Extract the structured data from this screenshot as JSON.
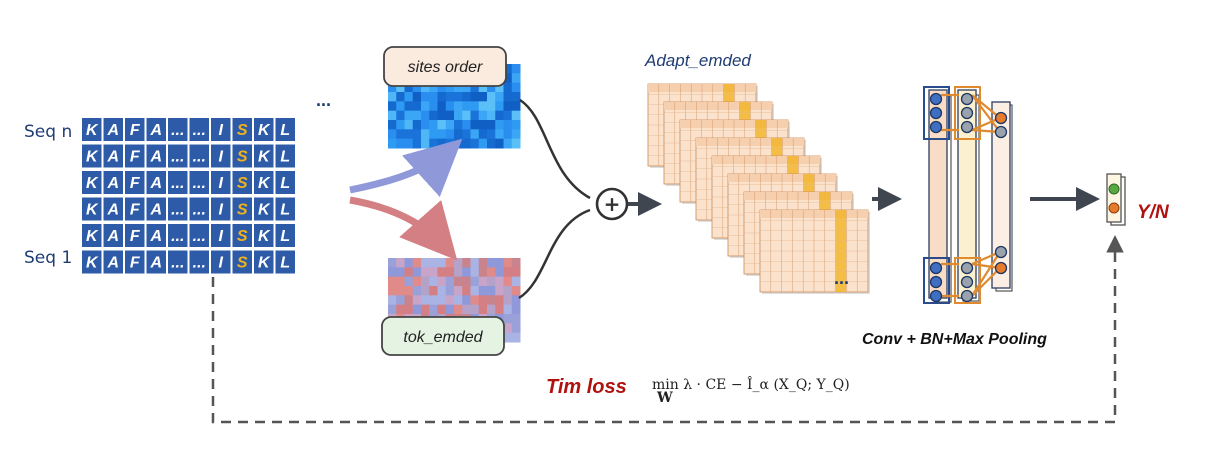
{
  "sequence": {
    "top_label": "Seq n",
    "bottom_label": "Seq 1",
    "ellipsis": "...",
    "tokens": [
      "K",
      "A",
      "F",
      "A",
      "...",
      "...",
      "I",
      "S",
      "K",
      "L"
    ],
    "highlight_index": 7,
    "stack_count": 6,
    "highlight_color": "#f2b21a"
  },
  "sites_order": {
    "label": "sites order"
  },
  "tok_embed": {
    "label": "tok_emded"
  },
  "combine": {
    "symbol": "+"
  },
  "adapt": {
    "title": "Adapt_emded",
    "ellipsis": "...",
    "stack_count": 8
  },
  "conv": {
    "label": "Conv + BN+Max Pooling"
  },
  "output": {
    "label": "Y/N"
  },
  "loss": {
    "name": "Tim loss",
    "formula": "min λ · CE − Î_α (X_Q; Y_Q)",
    "formula_sub": "W"
  },
  "colors": {
    "seq_blue": "#2d5ba8",
    "navy": "#1f3c73",
    "loss_red": "#b0120f",
    "arrow_blue": "#8f98d8",
    "arrow_red": "#d47f84",
    "sites_box_fill": "#fbeade",
    "tok_box_fill": "#e5f3e3"
  }
}
